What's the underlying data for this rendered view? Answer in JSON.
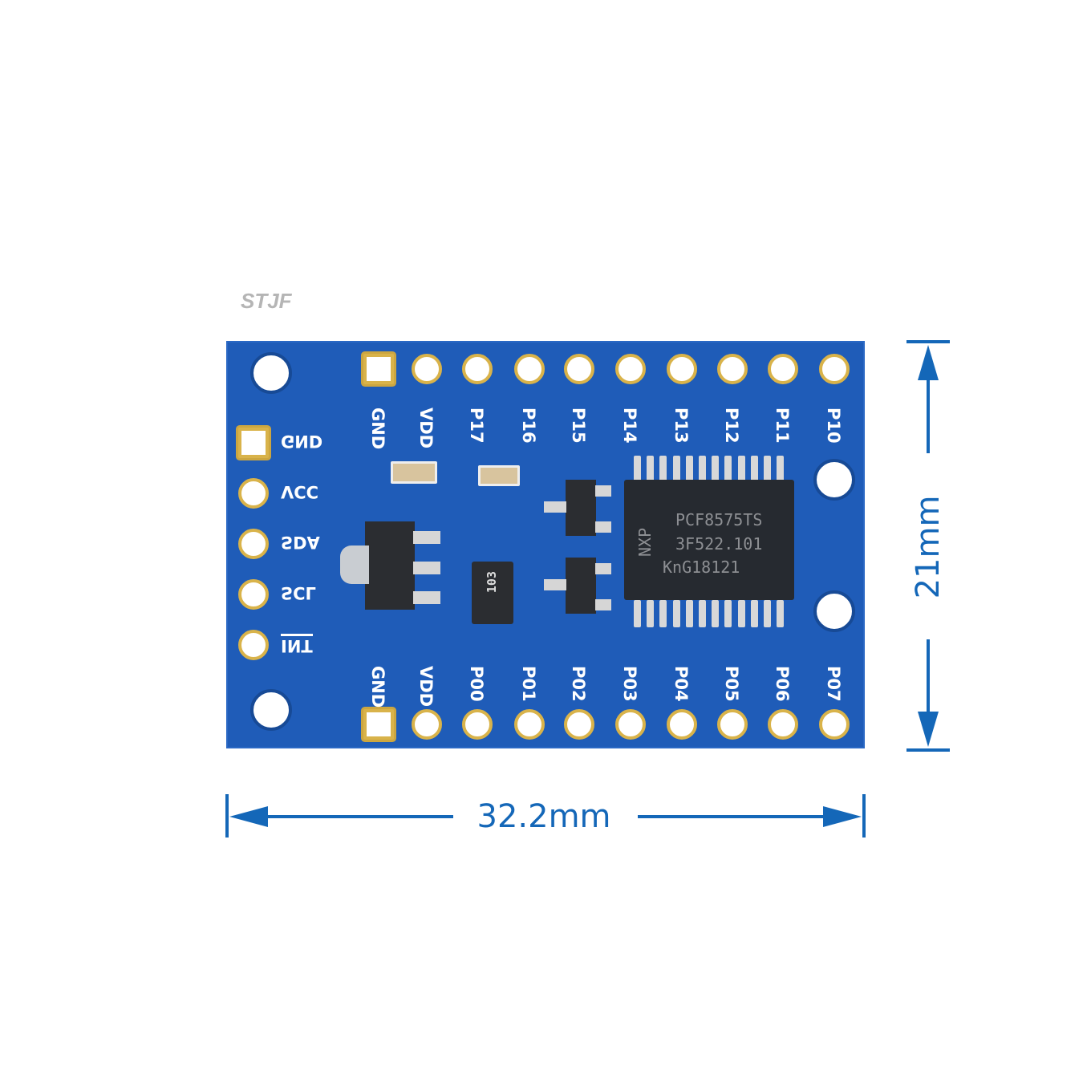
{
  "watermark": "STJF",
  "board": {
    "color": "#1f5cb8",
    "top_header": [
      "GND",
      "VDD",
      "P17",
      "P16",
      "P15",
      "P14",
      "P13",
      "P12",
      "P11",
      "P10"
    ],
    "bottom_header": [
      "GND",
      "VDD",
      "P00",
      "P01",
      "P02",
      "P03",
      "P04",
      "P05",
      "P06",
      "P07"
    ],
    "left_header": [
      "GND",
      "VCC",
      "SDA",
      "SCL",
      "INT"
    ],
    "chip": {
      "brand": "NXP",
      "line1": "PCF8575TS",
      "line2": "3F522.101",
      "line3": "KnG18121"
    },
    "resistor_network": "103"
  },
  "dimensions": {
    "width": "32.2mm",
    "height": "21mm",
    "color": "#1467b8"
  }
}
